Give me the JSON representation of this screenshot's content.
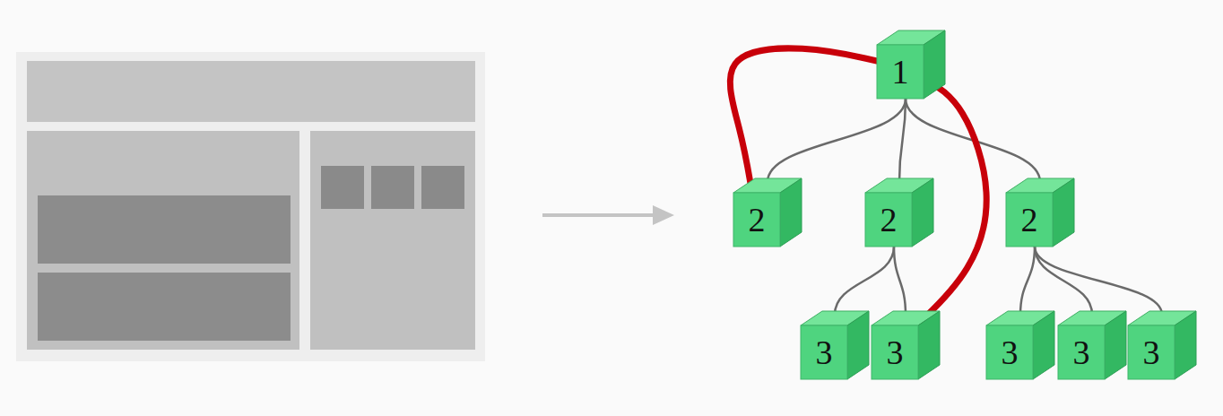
{
  "diagram": {
    "nodes": [
      {
        "text": [
          "1"
        ]
      },
      {
        "text": [
          "2"
        ]
      },
      {
        "text": [
          "2"
        ]
      },
      {
        "text": [
          "2"
        ]
      },
      {
        "text": [
          "3"
        ]
      },
      {
        "text": [
          "3"
        ]
      },
      {
        "text": [
          "3"
        ]
      },
      {
        "text": [
          "3"
        ]
      },
      {
        "text": [
          "3"
        ]
      }
    ],
    "edges": [
      {
        "from": 0,
        "to": 1,
        "arrow": "none"
      },
      {
        "from": 0,
        "to": 2,
        "arrow": "none"
      },
      {
        "from": 0,
        "to": 3,
        "arrow": "none"
      },
      {
        "from": 2,
        "to": 4,
        "arrow": "none"
      },
      {
        "from": 2,
        "to": 5,
        "arrow": "none"
      },
      {
        "from": 3,
        "to": 6,
        "arrow": "none"
      },
      {
        "from": 3,
        "to": 7,
        "arrow": "none"
      },
      {
        "from": 3,
        "to": 8,
        "arrow": "none"
      },
      {
        "from": 0,
        "to": 1,
        "arrow": "none"
      },
      {
        "from": 0,
        "to": 5,
        "arrow": "none"
      }
    ]
  }
}
